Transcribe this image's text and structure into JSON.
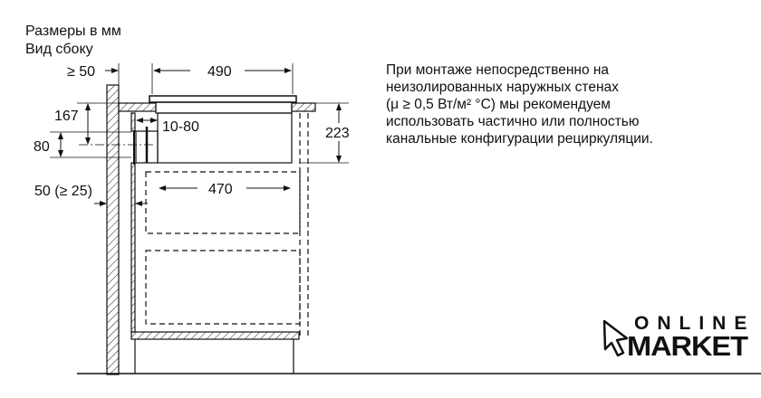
{
  "title": {
    "line1": "Размеры в мм",
    "line2": "Вид сбоку"
  },
  "dimensions": {
    "wall_gap": "≥ 50",
    "top_width": "490",
    "height_167": "167",
    "duct_80": "80",
    "duct_gap": "10-80",
    "depth_223": "223",
    "bottom_width": "470",
    "rear_gap": "50 (≥ 25)"
  },
  "note": {
    "lines": [
      "При монтаже непосредственно на",
      "неизолированных наружных стенах",
      "(μ ≥ 0,5 Вт/м² °C) мы рекомендуем",
      "использовать частично или полностью",
      "канальные конфигурации рециркуляции."
    ]
  },
  "logo": {
    "line1": "ONLINE",
    "line2": "MARKET"
  }
}
